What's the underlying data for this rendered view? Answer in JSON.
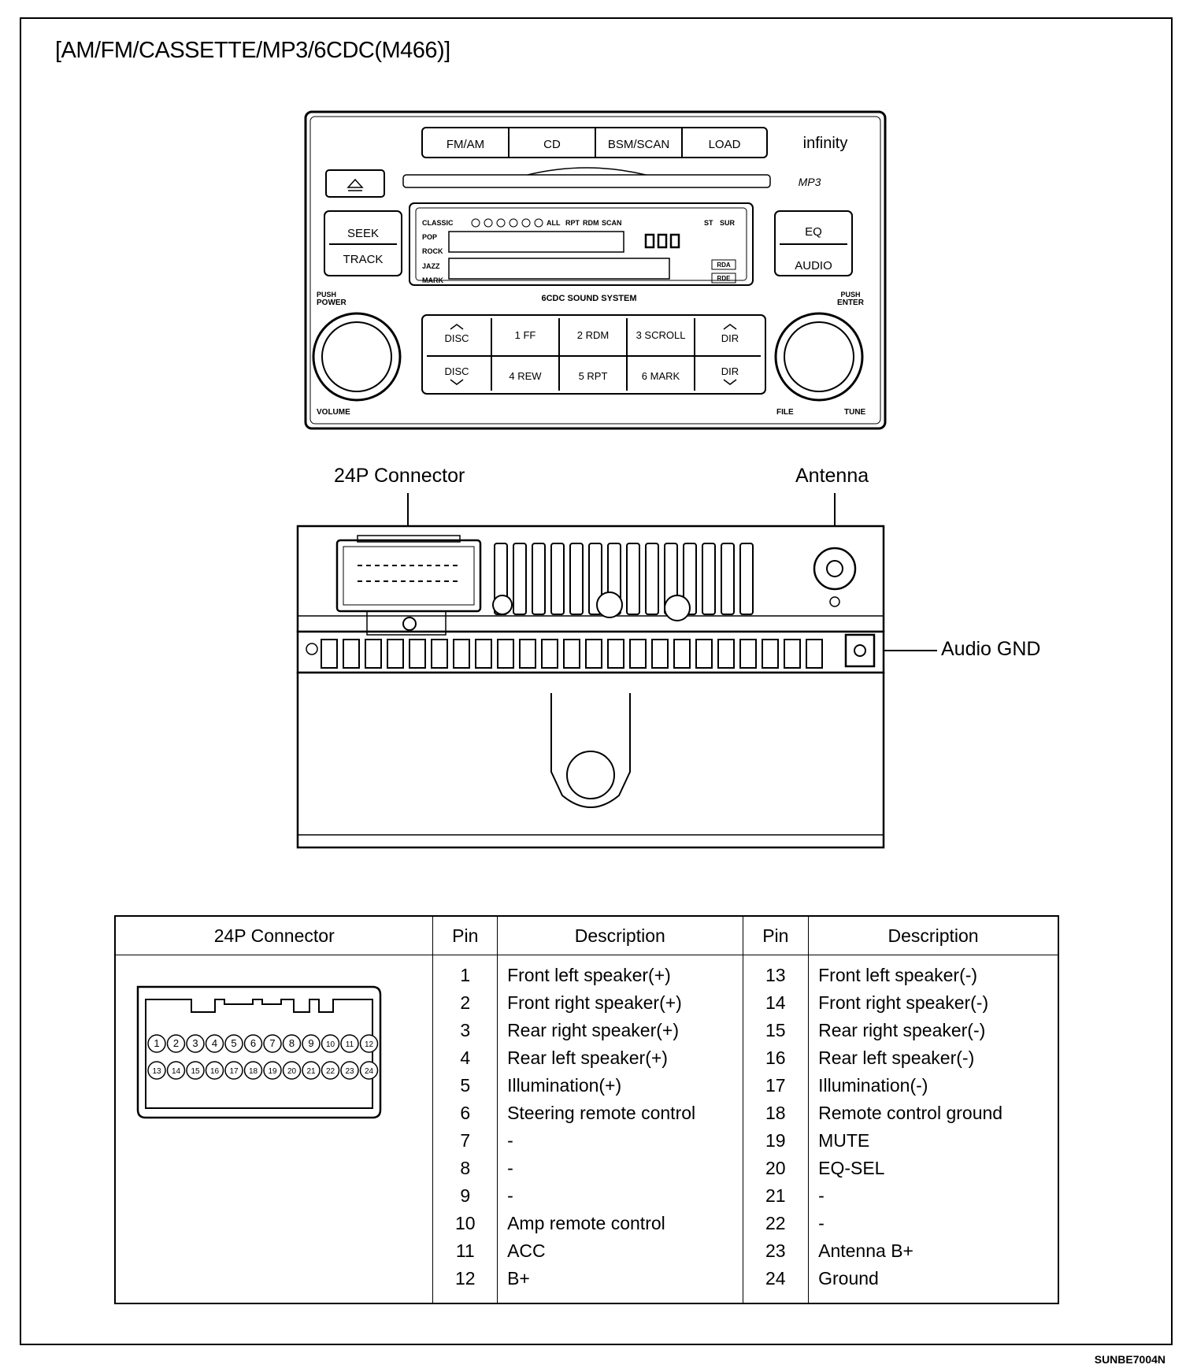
{
  "title": "[AM/FM/CASSETTE/MP3/6CDC(M466)]",
  "image_code": "SUNBE7004N",
  "front_panel": {
    "top_buttons": [
      "FM/AM",
      "CD",
      "BSM/SCAN",
      "LOAD"
    ],
    "brand": "infinity",
    "mp3_logo": "MP3",
    "eject_icon": "eject-icon",
    "seek": "SEEK",
    "track": "TRACK",
    "eq": "EQ",
    "audio": "AUDIO",
    "push_power": [
      "PUSH",
      "POWER"
    ],
    "push_enter": [
      "PUSH",
      "ENTER"
    ],
    "volume": "VOLUME",
    "file": "FILE",
    "tune": "TUNE",
    "display_top_labels": [
      "CLASSIC",
      "ALL",
      "RPT",
      "RDM",
      "SCAN",
      "ST",
      "SUR"
    ],
    "display_left_labels": [
      "POP",
      "ROCK",
      "JAZZ",
      "MARK"
    ],
    "display_side_tags": [
      "RDA",
      "RDE"
    ],
    "display_caption": "6CDC SOUND SYSTEM",
    "preset_top": [
      "DISC",
      "1 FF",
      "2 RDM",
      "3 SCROLL",
      "DIR"
    ],
    "preset_bottom": [
      "DISC",
      "4 REW",
      "5 RPT",
      "6 MARK",
      "DIR"
    ]
  },
  "rear_view": {
    "connector_label": "24P Connector",
    "antenna_label": "Antenna",
    "audio_gnd_label": "Audio GND"
  },
  "pin_table": {
    "headers": [
      "24P Connector",
      "Pin",
      "Description",
      "Pin",
      "Description"
    ],
    "left_pins": [
      "1",
      "2",
      "3",
      "4",
      "5",
      "6",
      "7",
      "8",
      "9",
      "10",
      "11",
      "12"
    ],
    "left_desc": [
      "Front left speaker(+)",
      "Front right speaker(+)",
      "Rear right speaker(+)",
      "Rear left speaker(+)",
      "Illumination(+)",
      "Steering remote control",
      "-",
      "-",
      "-",
      "Amp remote control",
      "ACC",
      "B+"
    ],
    "right_pins": [
      "13",
      "14",
      "15",
      "16",
      "17",
      "18",
      "19",
      "20",
      "21",
      "22",
      "23",
      "24"
    ],
    "right_desc": [
      "Front left speaker(-)",
      "Front right speaker(-)",
      "Rear right speaker(-)",
      "Rear left speaker(-)",
      "Illumination(-)",
      "Remote control ground",
      "MUTE",
      "EQ-SEL",
      "-",
      "-",
      "Antenna B+",
      "Ground"
    ]
  }
}
